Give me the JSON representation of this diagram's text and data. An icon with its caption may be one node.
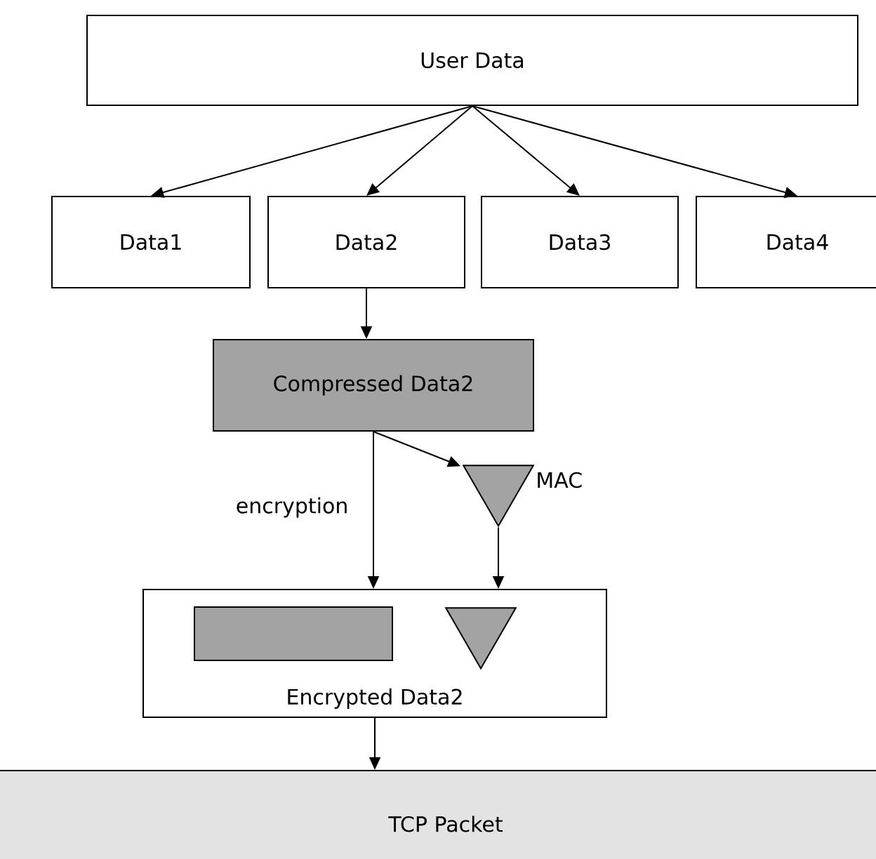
{
  "diagram": {
    "nodes": [
      {
        "text": [
          "User Data"
        ]
      },
      {
        "text": [
          "Data1"
        ]
      },
      {
        "text": [
          "Data2"
        ]
      },
      {
        "text": [
          "Data3"
        ]
      },
      {
        "text": [
          "Data4"
        ]
      },
      {
        "text": [
          "Compressed Data2"
        ]
      },
      {
        "text": [],
        "shape": "triangle",
        "beside": [
          "MAC"
        ]
      },
      {
        "text": [
          "Encrypted Data2"
        ]
      },
      {
        "text": [],
        "shape": "box",
        "in": 7
      },
      {
        "text": [],
        "shape": "triangle",
        "in": 7
      },
      {
        "text": [
          "TCP Packet"
        ]
      }
    ],
    "edges": [
      {
        "from": 0,
        "to": 1,
        "arrow": "to"
      },
      {
        "from": 0,
        "to": 2,
        "arrow": "to"
      },
      {
        "from": 0,
        "to": 3,
        "arrow": "to"
      },
      {
        "from": 0,
        "to": 4,
        "arrow": "to"
      },
      {
        "from": 2,
        "to": 5,
        "arrow": "to"
      },
      {
        "from": 5,
        "to": 6,
        "arrow": "to"
      },
      {
        "from": 5,
        "to": 7,
        "arrow": "to",
        "label": "encryption"
      },
      {
        "from": 6,
        "to": 7,
        "arrow": "to"
      },
      {
        "from": 7,
        "to": 10,
        "arrow": "to"
      }
    ]
  }
}
